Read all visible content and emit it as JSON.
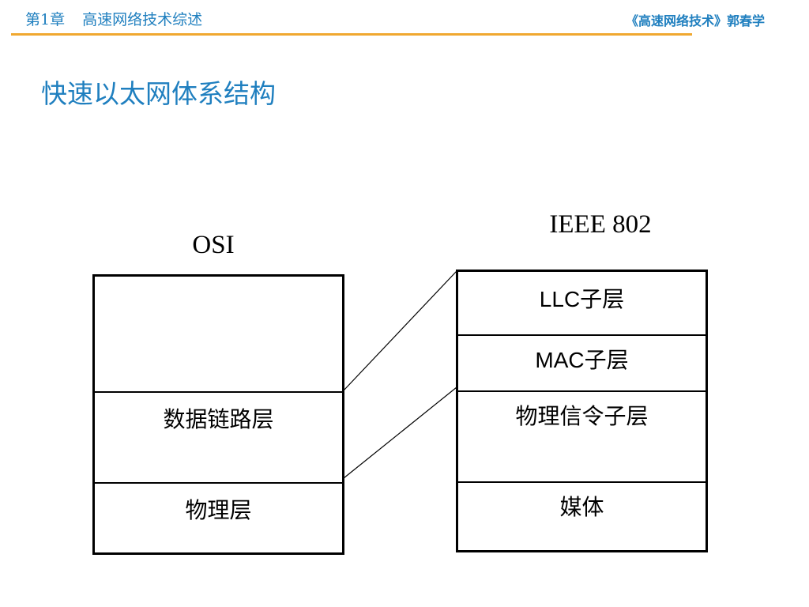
{
  "header": {
    "chapter": "第1章",
    "chapter_title": "高速网络技术综述",
    "book": "《高速网络技术》郭春学"
  },
  "title": "快速以太网体系结构",
  "osi": {
    "label": "OSI",
    "layers": [
      "",
      "数据链路层",
      "物理层"
    ]
  },
  "ieee": {
    "label": "IEEE 802",
    "layers": [
      {
        "latin": "LLC",
        "han": "子层"
      },
      {
        "latin": "MAC",
        "han": "子层"
      },
      {
        "latin": "",
        "han": "物理信令子层"
      },
      {
        "latin": "",
        "han": "媒体"
      }
    ]
  },
  "colors": {
    "header_text": "#1f7fbf",
    "header_rule": "#f0a830",
    "title_text": "#1f7fbf",
    "lines": "#000000"
  }
}
